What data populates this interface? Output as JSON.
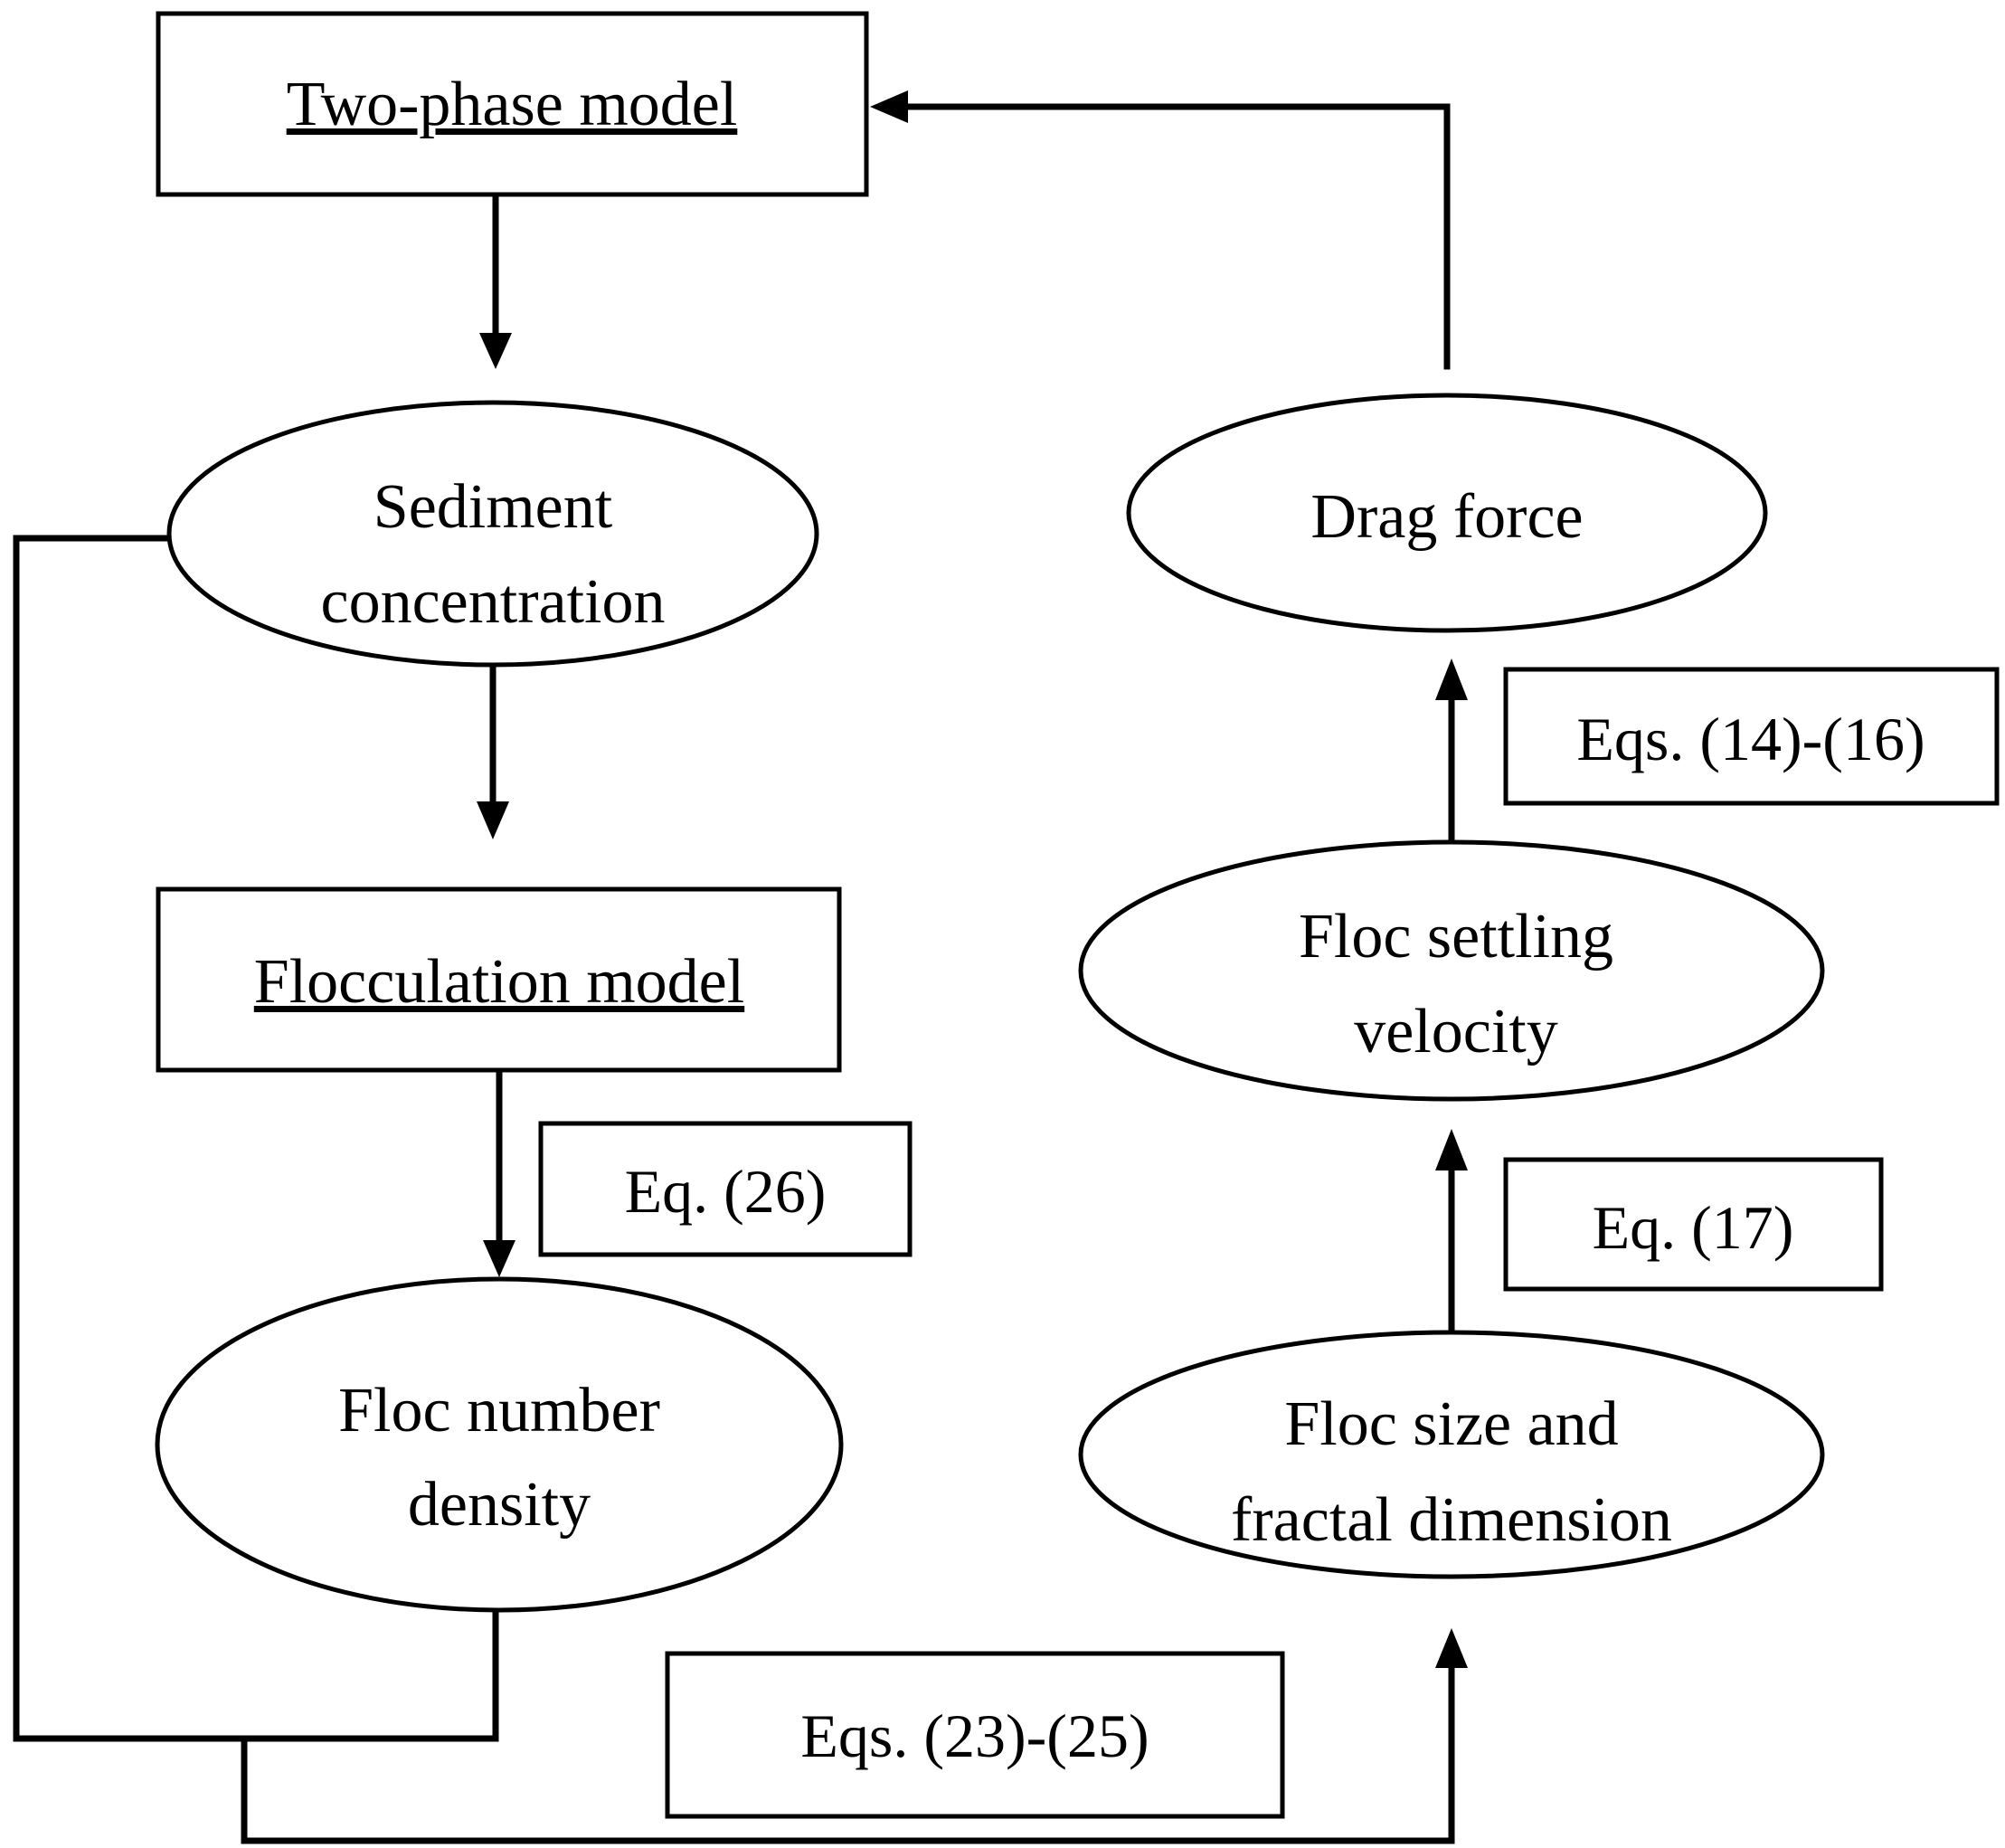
{
  "nodes": {
    "two_phase_model": "Two-phase model",
    "sediment_concentration": [
      "Sediment",
      "concentration"
    ],
    "flocculation_model": "Flocculation model",
    "floc_number_density": [
      "Floc number",
      "density"
    ],
    "floc_size_fractal": [
      "Floc size and",
      "fractal dimension"
    ],
    "floc_settling_velocity": [
      "Floc settling",
      "velocity"
    ],
    "drag_force": "Drag force"
  },
  "equations": {
    "eq_26": "Eq. (26)",
    "eqs_23_25": "Eqs. (23)-(25)",
    "eq_17": "Eq. (17)",
    "eqs_14_16": "Eqs. (14)-(16)"
  }
}
